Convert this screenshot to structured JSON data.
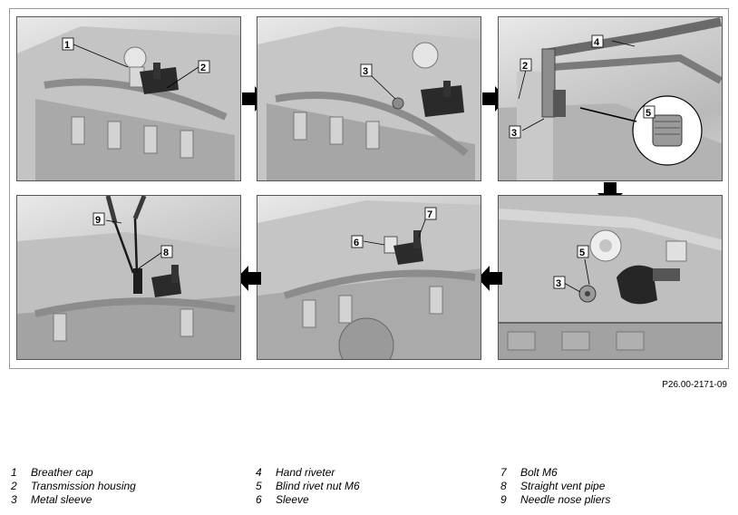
{
  "reference_code": "P26.00-2171-09",
  "legend": [
    {
      "num": "1",
      "text": "Breather cap"
    },
    {
      "num": "2",
      "text": "Transmission housing"
    },
    {
      "num": "3",
      "text": "Metal sleeve"
    },
    {
      "num": "4",
      "text": "Hand riveter"
    },
    {
      "num": "5",
      "text": "Blind rivet nut M6"
    },
    {
      "num": "6",
      "text": "Sleeve"
    },
    {
      "num": "7",
      "text": "Bolt M6"
    },
    {
      "num": "8",
      "text": "Straight vent pipe"
    },
    {
      "num": "9",
      "text": "Needle nose pliers"
    }
  ],
  "panels": [
    {
      "callouts": [
        "1",
        "2"
      ]
    },
    {
      "callouts": [
        "3"
      ]
    },
    {
      "callouts": [
        "4",
        "2",
        "3",
        "5"
      ]
    },
    {
      "callouts": [
        "5",
        "3"
      ]
    },
    {
      "callouts": [
        "7",
        "6"
      ]
    },
    {
      "callouts": [
        "9",
        "8"
      ]
    }
  ]
}
